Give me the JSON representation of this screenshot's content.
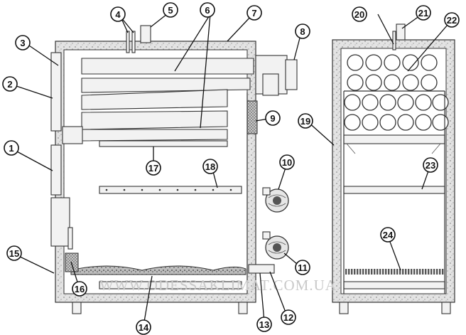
{
  "callouts": [
    "1",
    "2",
    "3",
    "4",
    "5",
    "6",
    "7",
    "8",
    "9",
    "10",
    "11",
    "12",
    "13",
    "14",
    "15",
    "16",
    "17",
    "18",
    "19",
    "20",
    "21",
    "22",
    "23",
    "24"
  ],
  "watermark": "WWW.ODESSAKLIMAT.COM.UA",
  "colors": {
    "line": "#333333",
    "insulation": "#d9d9d9",
    "background": "#ffffff"
  }
}
